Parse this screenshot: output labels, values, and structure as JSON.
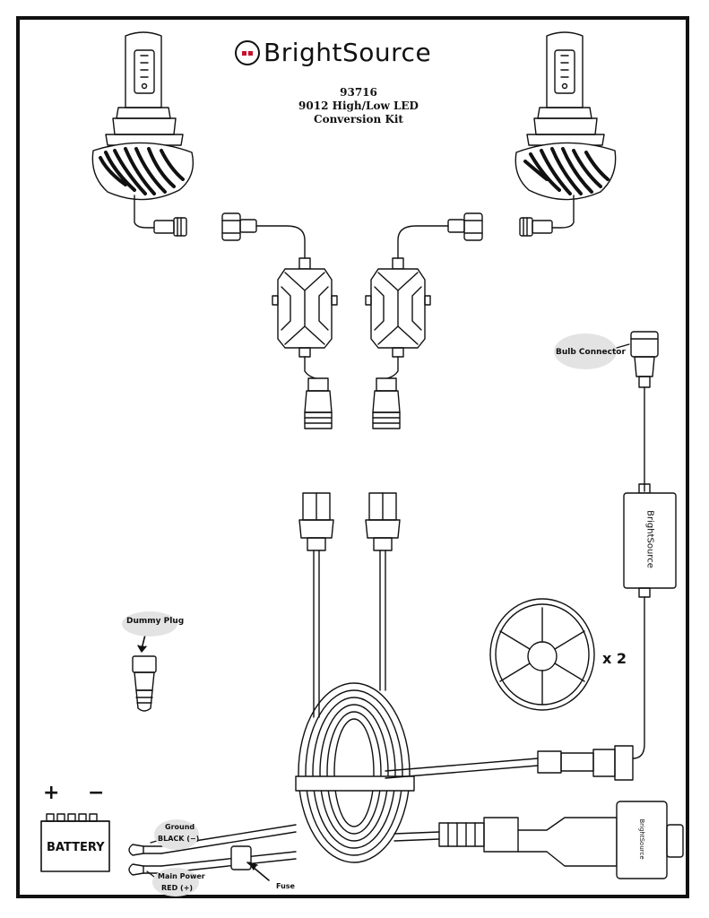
{
  "brand": {
    "name": "BrightSource",
    "mark_accent": "#c8102e"
  },
  "header": {
    "part_number": "93716",
    "product_line1": "9012 High/Low LED",
    "product_line2": "Conversion Kit"
  },
  "labels": {
    "bulb_connector": "Bulb Connector",
    "dummy_plug": "Dummy Plug",
    "times_two": "x 2",
    "ground": "Ground",
    "black": "BLACK (−)",
    "main_power": "Main Power",
    "red": "RED (+)",
    "fuse": "Fuse",
    "battery": "BATTERY",
    "plus": "+",
    "minus": "−",
    "relay_brand": "BrightSource",
    "module_brand": "BrightSource"
  }
}
